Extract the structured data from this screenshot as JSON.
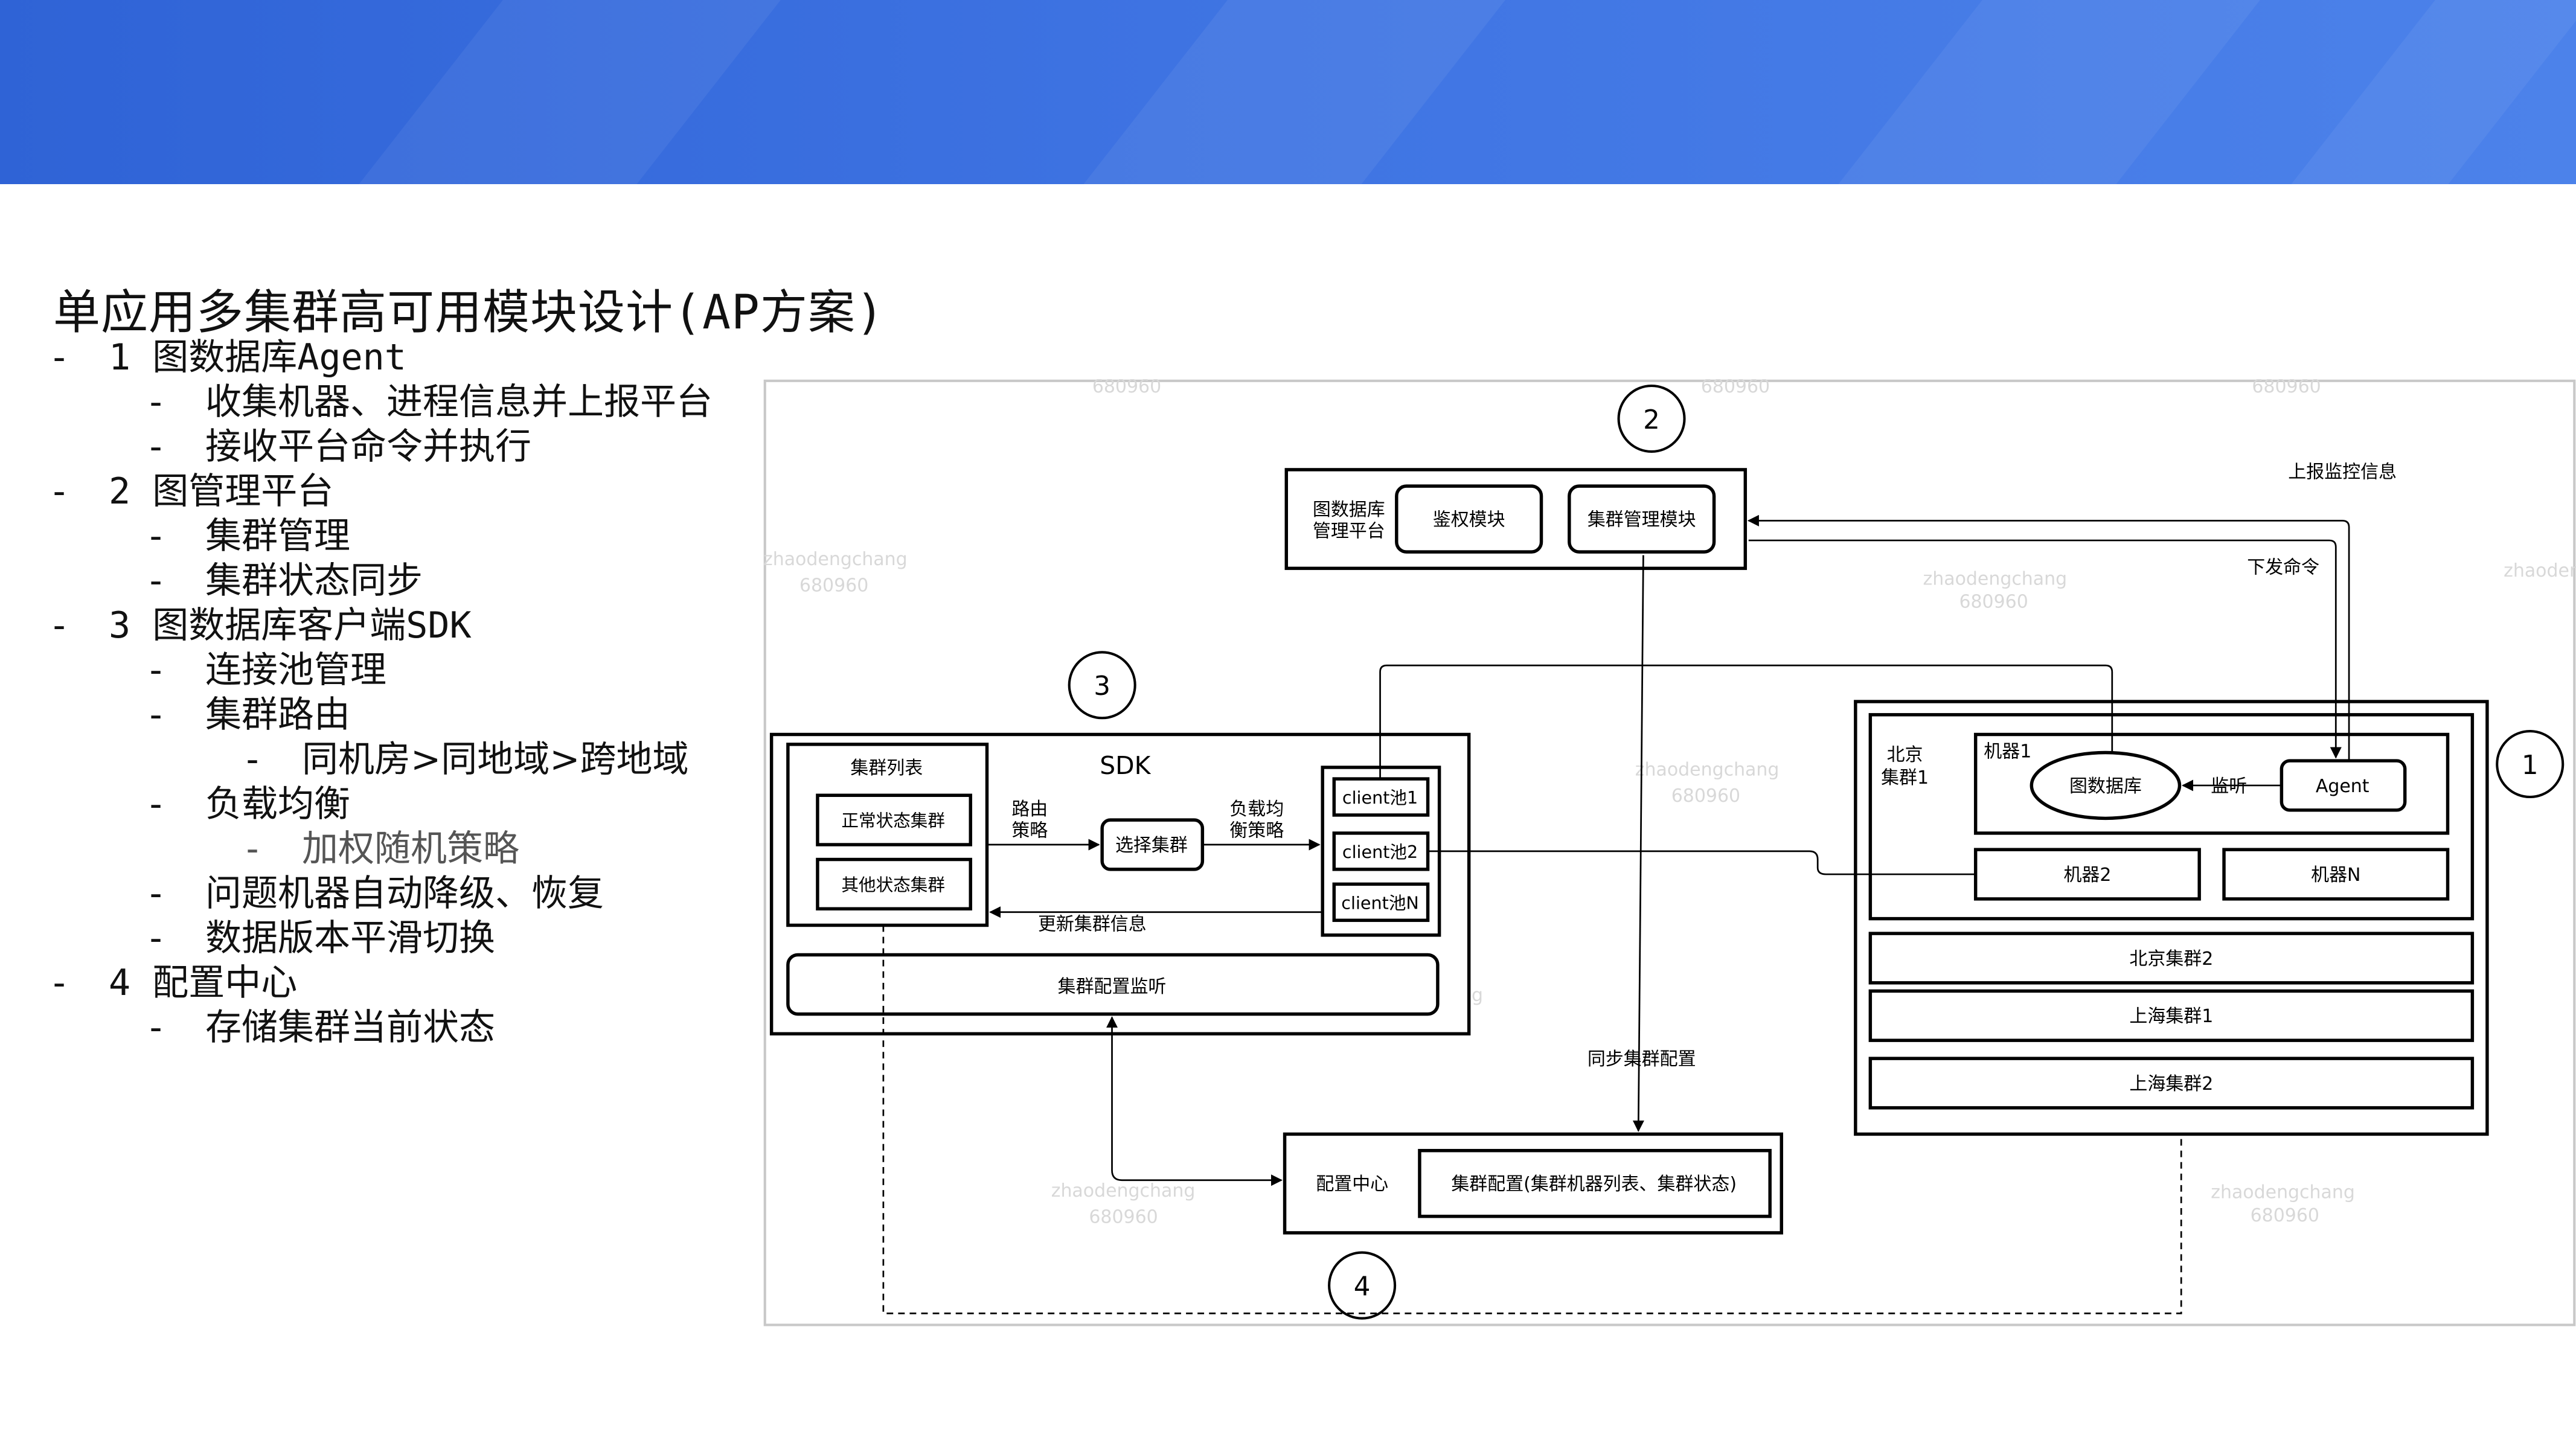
{
  "slide": {
    "title_main": "单应用多集群高可用模块设计",
    "title_suffix": "(AP方案)"
  },
  "outline": {
    "dash": "-",
    "items": [
      {
        "num": "1",
        "text": "图数据库",
        "mono": "Agent"
      },
      {
        "text": "收集机器、进程信息并上报平台"
      },
      {
        "text": "接收平台命令并执行"
      },
      {
        "num": "2",
        "text": "图管理平台"
      },
      {
        "text": "集群管理"
      },
      {
        "text": "集群状态同步"
      },
      {
        "num": "3",
        "text": "图数据库客户端",
        "mono": "SDK"
      },
      {
        "text": "连接池管理"
      },
      {
        "text": "集群路由"
      },
      {
        "text": "同机房>同地域>跨地域"
      },
      {
        "text": "负载均衡"
      },
      {
        "text": "加权随机策略"
      },
      {
        "text": "问题机器自动降级、恢复"
      },
      {
        "text": "数据版本平滑切换"
      },
      {
        "num": "4",
        "text": "配置中心"
      },
      {
        "text": "存储集群当前状态"
      }
    ]
  },
  "diagram": {
    "badges": {
      "b1": "1",
      "b2": "2",
      "b3": "3",
      "b4": "4"
    },
    "platform": {
      "label_line1": "图数据库",
      "label_line2": "管理平台",
      "auth_module": "鉴权模块",
      "cluster_mgmt_module": "集群管理模块"
    },
    "sdk": {
      "title": "SDK",
      "cluster_list": "集群列表",
      "normal_clusters": "正常状态集群",
      "other_clusters": "其他状态集群",
      "route_label_1": "路由",
      "route_label_2": "策略",
      "select_cluster": "选择集群",
      "lb_label_1": "负载均",
      "lb_label_2": "衡策略",
      "pool1": "client池1",
      "pool2": "client池2",
      "poolN": "client池N",
      "update_info": "更新集群信息",
      "config_listener": "集群配置监听"
    },
    "clusters": {
      "beijing1_line1": "北京",
      "beijing1_line2": "集群1",
      "machine1": "机器1",
      "graph_db": "图数据库",
      "monitor": "监听",
      "agent": "Agent",
      "machine2": "机器2",
      "machineN": "机器N",
      "beijing2": "北京集群2",
      "shanghai1": "上海集群1",
      "shanghai2": "上海集群2"
    },
    "arrows": {
      "report_monitor": "上报监控信息",
      "send_command": "下发命令",
      "sync_config": "同步集群配置"
    },
    "config_center": {
      "label": "配置中心",
      "content": "集群配置(集群机器列表、集群状态)"
    },
    "watermark": {
      "name": "zhaodengchang",
      "id": "680960"
    }
  }
}
